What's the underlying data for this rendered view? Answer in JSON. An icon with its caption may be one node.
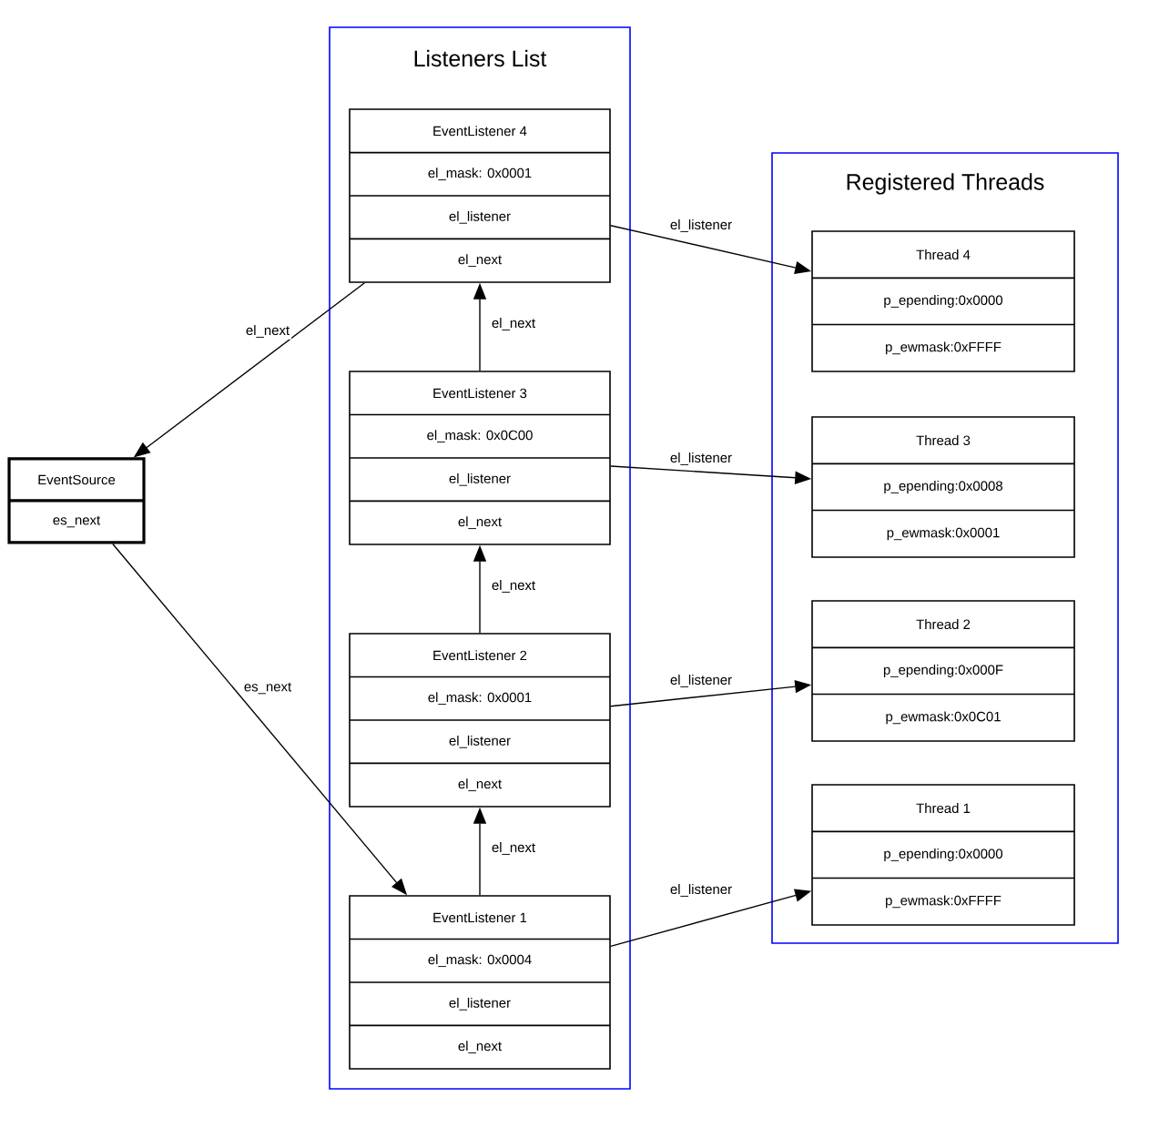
{
  "diagram": {
    "nodes": [
      {
        "text": [
          "Listeners List"
        ]
      },
      {
        "text": [
          "EventListener 4",
          "el_mask: 0x0001",
          "el_listener",
          "el_next"
        ],
        "in": 0
      },
      {
        "text": [
          "EventListener 3",
          "el_mask: 0x0C00",
          "el_listener",
          "el_next"
        ],
        "in": 0
      },
      {
        "text": [
          "EventListener 2",
          "el_mask: 0x0001",
          "el_listener",
          "el_next"
        ],
        "in": 0
      },
      {
        "text": [
          "EventListener 1",
          "el_mask: 0x0004",
          "el_listener",
          "el_next"
        ],
        "in": 0
      },
      {
        "text": [
          "EventSource",
          "es_next"
        ]
      },
      {
        "text": [
          "Registered Threads"
        ]
      },
      {
        "text": [
          "Thread 4",
          "p_epending:0x0000",
          "p_ewmask:0xFFFF"
        ],
        "in": 6
      },
      {
        "text": [
          "Thread 3",
          "p_epending:0x0008",
          "p_ewmask:0x0001"
        ],
        "in": 6
      },
      {
        "text": [
          "Thread 2",
          "p_epending:0x000F",
          "p_ewmask:0x0C01"
        ],
        "in": 6
      },
      {
        "text": [
          "Thread 1",
          "p_epending:0x0000",
          "p_ewmask:0xFFFF"
        ],
        "in": 6
      }
    ],
    "edges": [
      {
        "from": 1,
        "to": 5,
        "arrow": "to",
        "label": "el_next"
      },
      {
        "from": 5,
        "to": 4,
        "arrow": "to",
        "label": "es_next"
      },
      {
        "from": 4,
        "to": 3,
        "arrow": "to",
        "label": "el_next"
      },
      {
        "from": 3,
        "to": 2,
        "arrow": "to",
        "label": "el_next"
      },
      {
        "from": 2,
        "to": 1,
        "arrow": "to",
        "label": "el_next"
      },
      {
        "from": 1,
        "to": 7,
        "arrow": "to",
        "label": "el_listener"
      },
      {
        "from": 2,
        "to": 8,
        "arrow": "to",
        "label": "el_listener"
      },
      {
        "from": 3,
        "to": 9,
        "arrow": "to",
        "label": "el_listener"
      },
      {
        "from": 4,
        "to": 10,
        "arrow": "to",
        "label": "el_listener"
      }
    ]
  }
}
